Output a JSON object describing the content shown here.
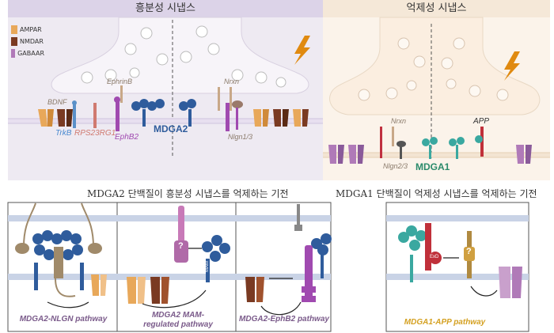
{
  "header_left": "흥분성 시냅스",
  "header_right": "억제성 시냅스",
  "legend": [
    {
      "name": "AMPAR",
      "color": "#e8a85a"
    },
    {
      "name": "NMDAR",
      "color": "#7a3a22"
    },
    {
      "name": "GABAAR",
      "color": "#b07ab8"
    }
  ],
  "labels": {
    "bdnf": "BDNF",
    "trkb": "TrkB",
    "rps": "RPS23RG1",
    "ephrinb": "EphrinB",
    "ephb2": "EphB2",
    "mdga2": "MDGA2",
    "nrxn_left": "Nrxn",
    "nlgn13": "Nlgn1/3",
    "nrxn_right": "Nrxn",
    "nlgn23": "Nlgn2/3",
    "mdga1": "MDGA1",
    "app": "APP",
    "mam": "MAM",
    "exd": "ExD",
    "q1": "?",
    "q2": "?"
  },
  "section_left": "MDGA2 단백질이 흥분성 시냅스를 억제하는 기전",
  "section_right": "MDGA1 단백질이 억제성 시냅스를 억제하는 기전",
  "pathways": {
    "p1": "MDGA2-NLGN pathway",
    "p2": "MDGA2 MAM-regulated pathway",
    "p3": "MDGA2-EphB2 pathway",
    "p4": "MDGA1-APP pathway"
  },
  "colors": {
    "ampar": "#e8a85a",
    "nmdar": "#7a3a22",
    "gabaar": "#b07ab8",
    "mdga2": "#2f5c9c",
    "mdga1": "#3aa8a0",
    "ephb2": "#a04ab0",
    "app": "#c0303a",
    "header_left_bg": "#dcd3e8",
    "header_right_bg": "#f5e8d8"
  }
}
